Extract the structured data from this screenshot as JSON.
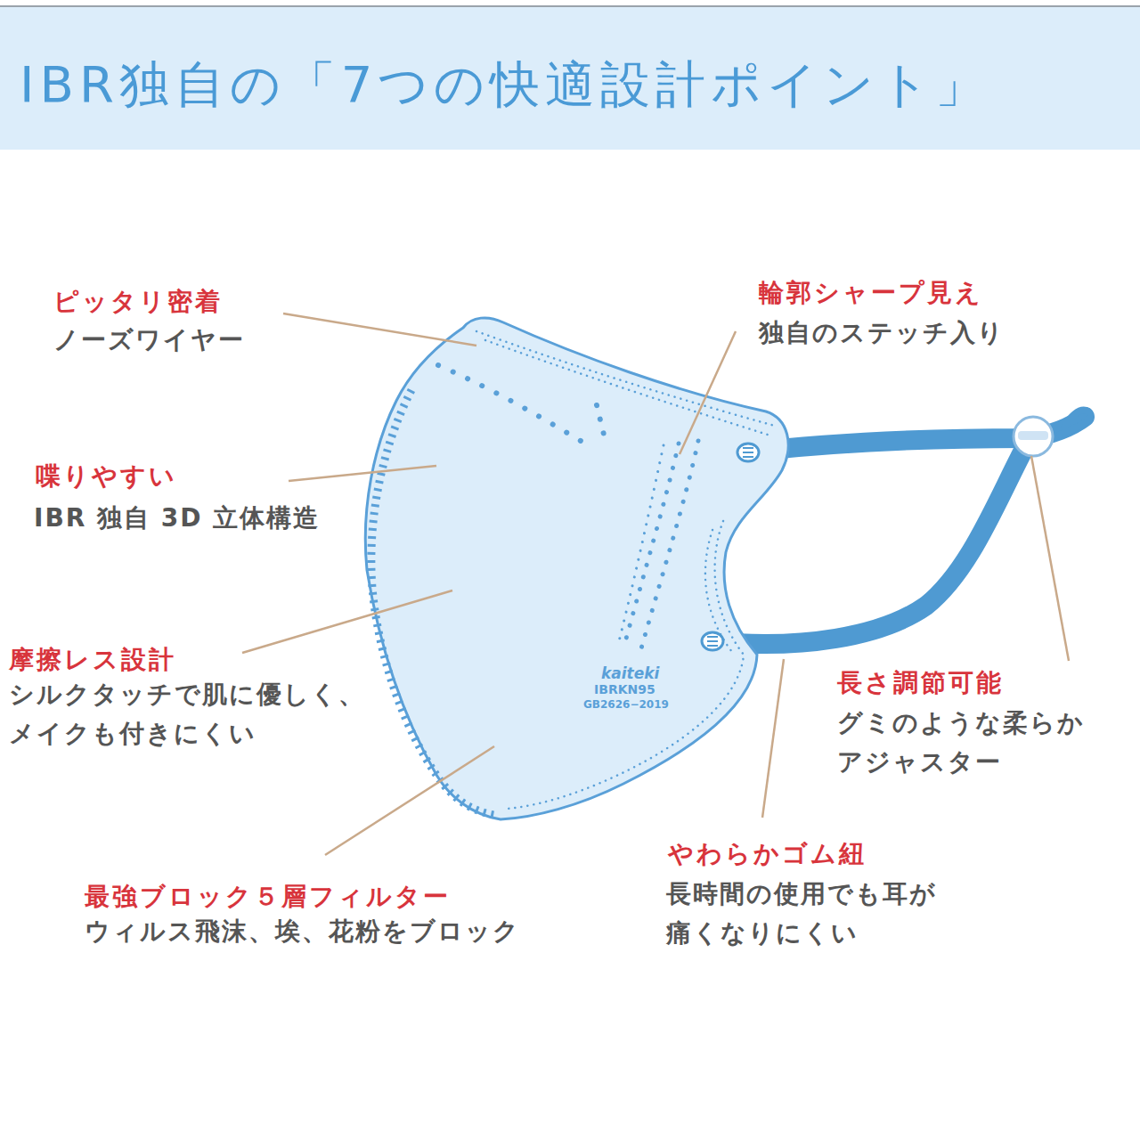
{
  "diagram": {
    "title": "IBR独自の「7つの快適設計ポイント」",
    "labels": [
      "ピッタリ密着",
      "ノーズワイヤー",
      "輪郭シャープ見え",
      "独自のステッチ入り",
      "喋りやすい",
      "IBR 独自 3D 立体構造",
      "摩擦レス設計",
      "シルクタッチで肌に優しく、 メイクも付きにくい",
      "長さ調節可能",
      "グミのような柔らか アジャスター",
      "やわらかゴム紐",
      "長時間の使用でも耳が 痛くなりにくい",
      "最強ブロック５層フィルター",
      "ウィルス飛沫、埃、花粉をブロック",
      "kaiteki",
      "IBRKN95",
      "GB2626−2019"
    ]
  }
}
